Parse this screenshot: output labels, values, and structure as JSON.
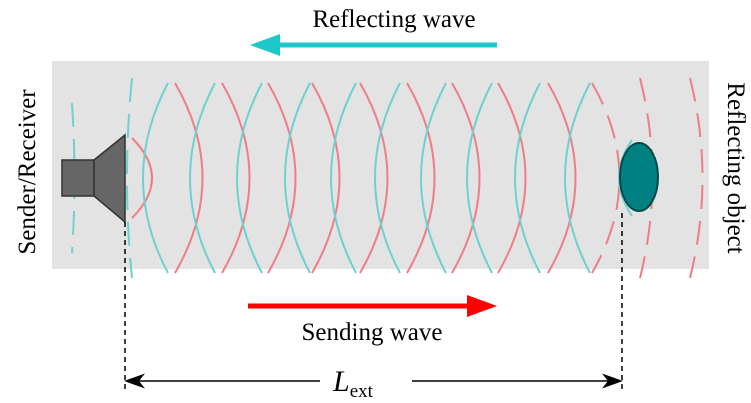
{
  "diagram": {
    "labels": {
      "reflecting_wave": "Reflecting wave",
      "sending_wave": "Sending wave",
      "sender_receiver": "Sender/Receiver",
      "reflecting_object": "Reflecting object",
      "distance_symbol": "L",
      "distance_subscript": "ext"
    },
    "colors": {
      "background_panel": "#e3e3e3",
      "reflecting_wave": "#1fc8c8",
      "sending_wave": "#ff0000",
      "wave_cyan": "#6ed0d2",
      "wave_red": "#ef7d86",
      "speaker": "#666666",
      "reflecting_object": "#008080"
    },
    "icons": {
      "sender": "speaker-icon",
      "object": "ellipse-object-icon"
    }
  }
}
